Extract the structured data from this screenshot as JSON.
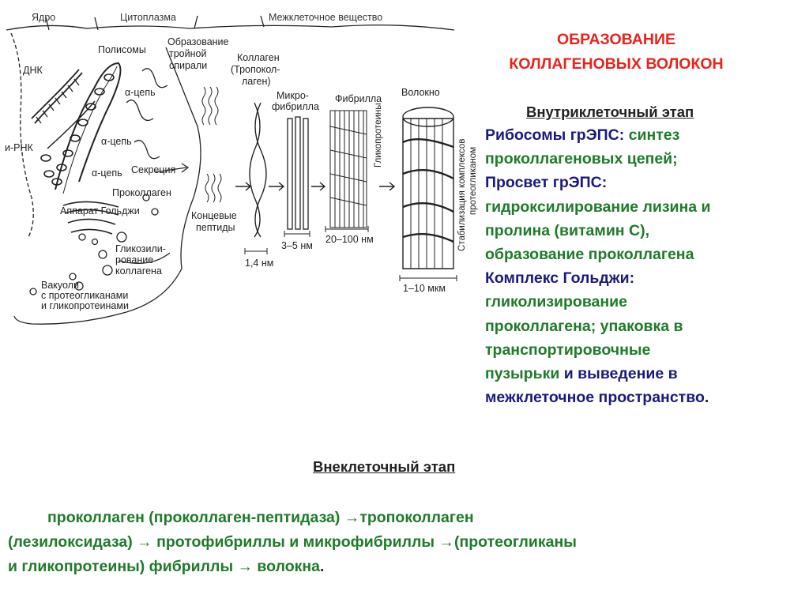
{
  "diagram": {
    "headers": {
      "nucleus": "Ядро",
      "cytoplasm": "Цитоплазма",
      "matrix": "Межклеточное вещество"
    },
    "labels": {
      "dna": "ДНК",
      "polysomes": "Полисомы",
      "triple_helix_1": "Образование",
      "triple_helix_2": "тройной",
      "triple_helix_3": "спирали",
      "collagen_1": "Коллаген",
      "collagen_2": "(Тропокол-",
      "collagen_3": "лаген)",
      "alpha1": "α-цепь",
      "mrna": "и-РНК",
      "alpha2": "α-цепь",
      "alpha3": "α-цепь",
      "secretion": "Секреция",
      "procollagen": "Проколлаген",
      "golgi": "Аппарат Гольджи",
      "end_peptides_1": "Концевые",
      "end_peptides_2": "пептиды",
      "microfibril_1": "Микро-",
      "microfibril_2": "фибрилла",
      "fibril": "Фибрилла",
      "fiber": "Волокно",
      "glycoproteins": "Гликопротеины",
      "stabilization_1": "Стабилизация комплексов",
      "stabilization_2": "протеогликаном",
      "glyco_1": "Гликозили-",
      "glyco_2": "рование",
      "glyco_3": "коллагена",
      "vacuoles_1": "Вакуоли",
      "vacuoles_2": "с протеогликанами",
      "vacuoles_3": "и гликопротеинами",
      "dim1": "1,4 нм",
      "dim2": "3–5 нм",
      "dim3": "20–100 нм",
      "dim4": "1–10 мкм"
    }
  },
  "title": {
    "line1": "ОБРАЗОВАНИЕ",
    "line2": "КОЛЛАГЕНОВЫХ ВОЛОКОН"
  },
  "intracellular": {
    "heading": "Внутриклеточный этап",
    "l1a": "Рибосомы грЭПС:",
    "l1b": " синтез",
    "l2": "проколлагеновых цепей;",
    "l3": "Просвет грЭПС:",
    "l4": "гидроксилирование лизина и",
    "l5": "пролина (витамин С),",
    "l6": "образование проколлагена",
    "l7": "Комплекс Гольджи:",
    "l8": "гликолизирование",
    "l9": "проколлагена; упаковка в",
    "l10": "транспортировочные",
    "l11a": "пузырьки",
    "l11b": " и выведение в",
    "l12a": "межклеточное  пространство",
    "l12b": "."
  },
  "extracellular": {
    "heading": "Внеклеточный этап",
    "l1": "проколлаген (проколлаген-пептидаза) →тропоколлаген",
    "l2": "(лезилоксидаза) → протофибриллы и микрофибриллы →(протеогликаны",
    "l3a": "и гликопротеины) фибриллы → волокна",
    "l3b": "."
  }
}
